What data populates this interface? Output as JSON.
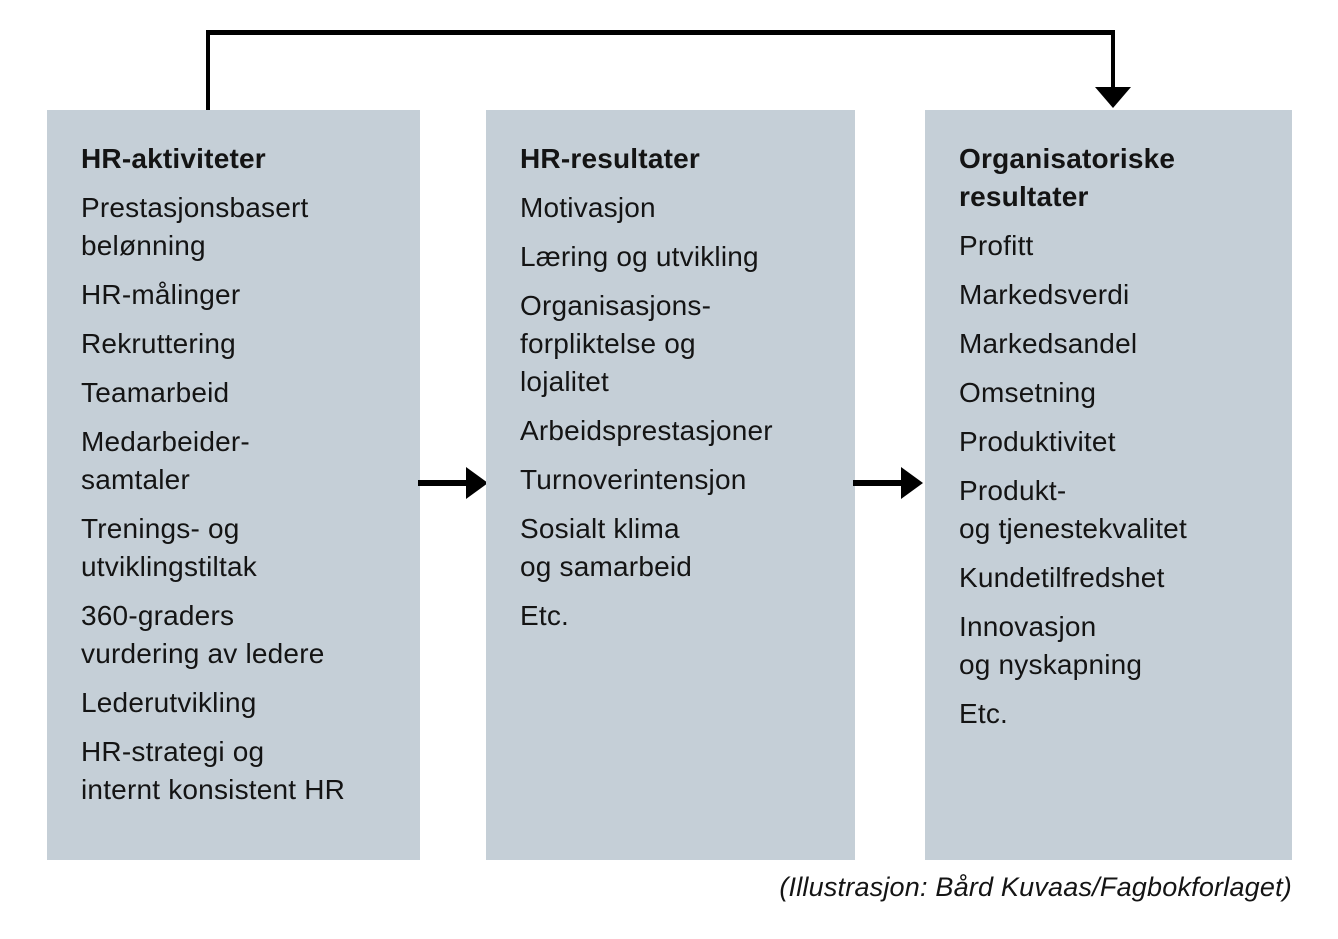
{
  "boxes": [
    {
      "title": "HR-aktiviteter",
      "items": [
        "Prestasjonsbasert\nbelønning",
        "HR-målinger",
        "Rekruttering",
        "Teamarbeid",
        "Medarbeider-\nsamtaler",
        "Trenings- og\nutviklingstiltak",
        "360-graders\nvurdering av ledere",
        "Lederutvikling",
        "HR-strategi og\ninternt konsistent HR"
      ]
    },
    {
      "title": "HR-resultater",
      "items": [
        "Motivasjon",
        "Læring og utvikling",
        "Organisasjons-\nforpliktelse og\nlojalitet",
        "Arbeidsprestasjoner",
        "Turnoverintensjon",
        "Sosialt klima\nog samarbeid",
        "Etc."
      ]
    },
    {
      "title": "Organisatoriske\nresultater",
      "items": [
        "Profitt",
        "Markedsverdi",
        "Markedsandel",
        "Omsetning",
        "Produktivitet",
        "Produkt-\nog tjenestekvalitet",
        "Kundetilfredshet",
        "Innovasjon\nog nyskapning",
        "Etc."
      ]
    }
  ],
  "caption": "(Illustrasjon: Bård Kuvaas/Fagbokforlaget)",
  "colors": {
    "box_fill": "#c5cfd7",
    "arrow": "#000000",
    "text": "#141414"
  }
}
